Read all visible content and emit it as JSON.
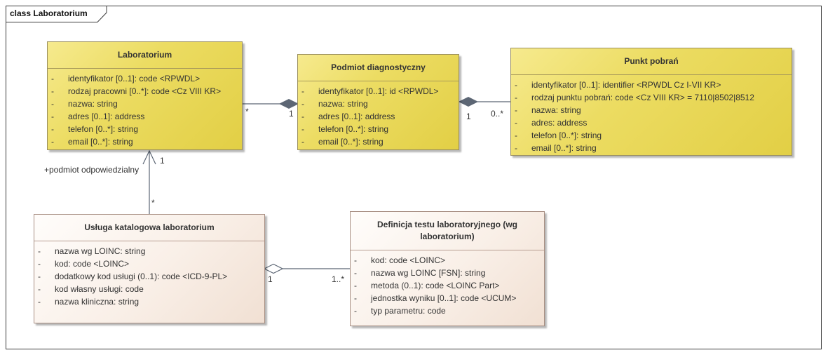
{
  "frame": {
    "title": "class Laboratorium"
  },
  "classes": {
    "laboratorium": {
      "name": "Laboratorium",
      "attributes": [
        "identyfikator [0..1]: code <RPWDL>",
        "rodzaj pracowni [0..*]: code <Cz VIII KR>",
        "nazwa: string",
        "adres [0..1]: address",
        "telefon [0..*]: string",
        "email [0..*]: string"
      ]
    },
    "podmiot": {
      "name": "Podmiot diagnostyczny",
      "attributes": [
        "identyfikator [0..1]: id <RPWDL>",
        "nazwa: string",
        "adres [0..1]: address",
        "telefon [0..*]: string",
        "email [0..*]: string"
      ]
    },
    "punkt": {
      "name": "Punkt pobrań",
      "attributes": [
        "identyfikator [0..1]: identifier <RPWDL Cz I-VII KR>",
        "rodzaj punktu pobrań: code <Cz VIII KR> = 7110|8502|8512",
        "nazwa: string",
        "adres: address",
        "telefon [0..*]: string",
        "email [0..*]: string"
      ]
    },
    "usluga": {
      "name": "Usługa katalogowa laboratorium",
      "attributes": [
        "nazwa wg LOINC: string",
        "kod: code <LOINC>",
        "dodatkowy kod usługi (0..1): code <ICD-9-PL>",
        "kod własny usługi: code",
        "nazwa kliniczna: string"
      ]
    },
    "definicja": {
      "name": "Definicja testu laboratoryjnego (wg laboratorium)",
      "attributes": [
        "kod: code <LOINC>",
        "nazwa wg LOINC [FSN]: string",
        "metoda (0..1): code <LOINC Part>",
        "jednostka wyniku [0..1]: code <UCUM>",
        "typ parametru: code"
      ]
    }
  },
  "associations": {
    "lab_podmiot": {
      "kind": "composition",
      "source_mult": "*",
      "target_mult": "1"
    },
    "podmiot_punkt": {
      "kind": "composition",
      "whole_mult": "1",
      "part_mult": "0..*"
    },
    "usluga_lab": {
      "kind": "directed association",
      "role": "+podmiot odpowiedzialny",
      "target_mult": "1",
      "source_mult": "*"
    },
    "usluga_definicja": {
      "kind": "aggregation",
      "whole_mult": "1",
      "part_mult": "1..*"
    }
  },
  "attribute_bullet": "-",
  "colors": {
    "class_fill_yellow": "#ecdc62",
    "class_fill_beige": "#f9efe7",
    "line": "#5c6674",
    "frame_border": "#3c3c3c"
  }
}
